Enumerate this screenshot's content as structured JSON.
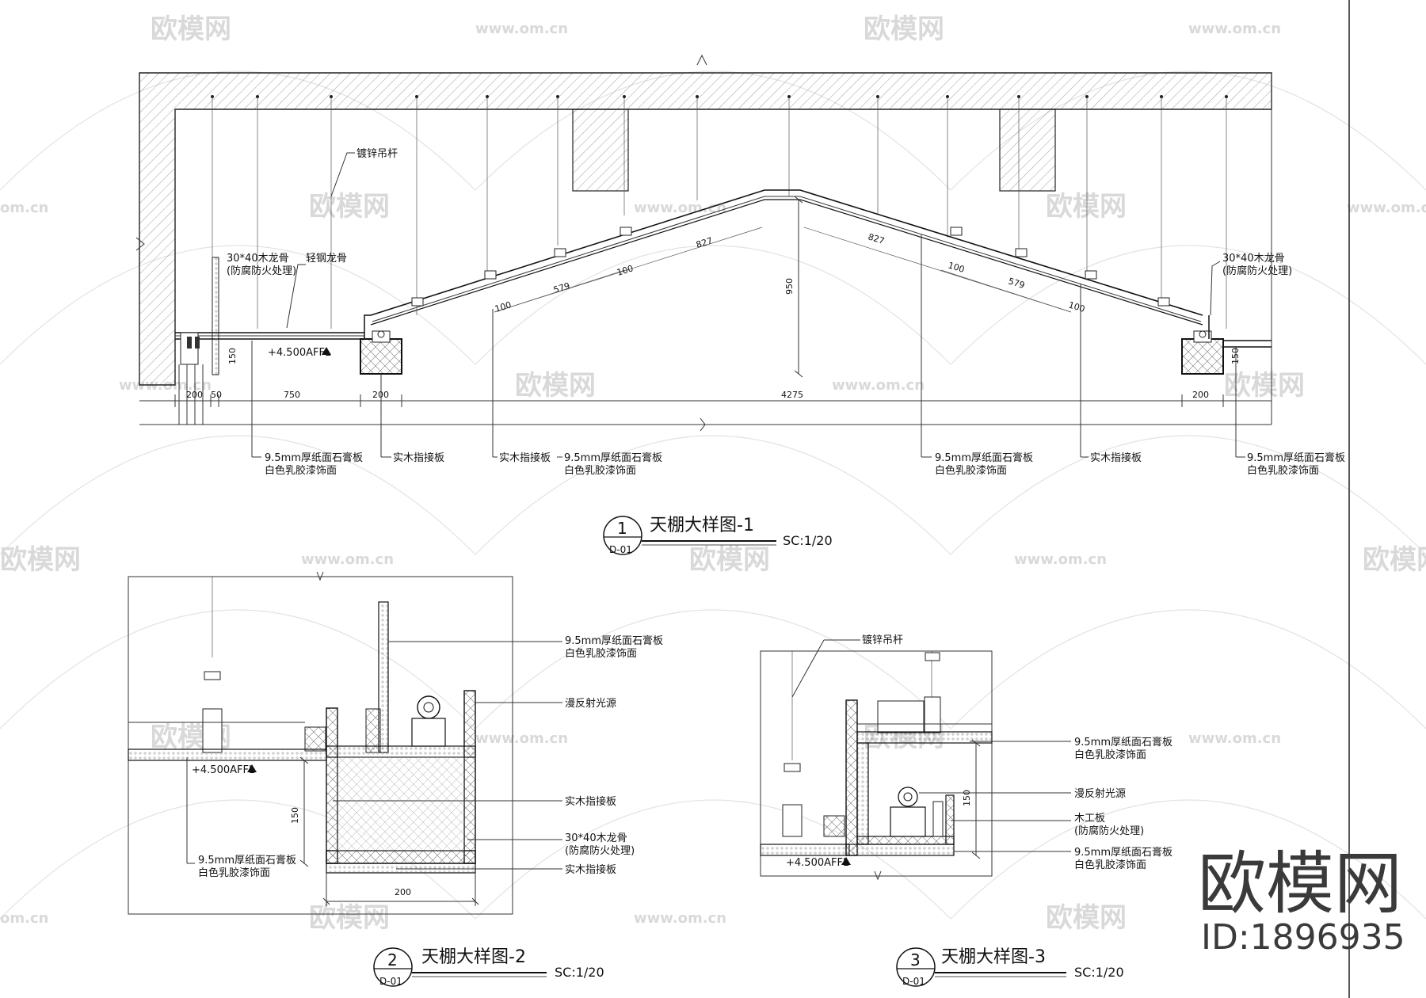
{
  "drawing": {
    "view1": {
      "number": "1",
      "sheet": "D-01",
      "title": "天棚大样图-1",
      "scale": "SC:1/20",
      "labels": {
        "hanger_rod": "镀锌吊杆",
        "wood_keel_left_1": "30*40木龙骨",
        "wood_keel_left_2": "(防腐防火处理)",
        "steel_keel": "轻钢龙骨",
        "wood_keel_right_1": "30*40木龙骨",
        "wood_keel_right_2": "(防腐防火处理)",
        "level": "+4.500AFFL",
        "gypsum_a_1": "9.5mm厚纸面石膏板",
        "gypsum_a_2": "白色乳胶漆饰面",
        "solid_wood_a": "实木指接板",
        "solid_wood_b": "实木指接板",
        "gypsum_b_1": "9.5mm厚纸面石膏板",
        "gypsum_b_2": "白色乳胶漆饰面",
        "gypsum_c_1": "9.5mm厚纸面石膏板",
        "gypsum_c_2": "白色乳胶漆饰面",
        "solid_wood_c": "实木指接板",
        "gypsum_d_1": "9.5mm厚纸面石膏板",
        "gypsum_d_2": "白色乳胶漆饰面"
      },
      "dims": {
        "d200_left": "200",
        "d50": "50",
        "d750": "750",
        "d200_box": "200",
        "d4275": "4275",
        "d200_right": "200",
        "d150_left": "150",
        "d150_right": "150",
        "d950": "950",
        "d827_left": "827",
        "d827_right": "827",
        "d579_left": "579",
        "d579_right": "579",
        "d100_l1": "100",
        "d100_l2": "100",
        "d100_r1": "100",
        "d100_r2": "100"
      }
    },
    "view2": {
      "number": "2",
      "sheet": "D-01",
      "title": "天棚大样图-2",
      "scale": "SC:1/20",
      "labels": {
        "gypsum_top_1": "9.5mm厚纸面石膏板",
        "gypsum_top_2": "白色乳胶漆饰面",
        "light_source": "漫反射光源",
        "solid_wood_1": "实木指接板",
        "wood_keel_1": "30*40木龙骨",
        "wood_keel_2": "(防腐防火处理)",
        "solid_wood_2": "实木指接板",
        "gypsum_bottom_1": "9.5mm厚纸面石膏板",
        "gypsum_bottom_2": "白色乳胶漆饰面",
        "level": "+4.500AFFL"
      },
      "dims": {
        "d150": "150",
        "d200": "200"
      }
    },
    "view3": {
      "number": "3",
      "sheet": "D-01",
      "title": "天棚大样图-3",
      "scale": "SC:1/20",
      "labels": {
        "hanger_rod": "镀锌吊杆",
        "gypsum_top_1": "9.5mm厚纸面石膏板",
        "gypsum_top_2": "白色乳胶漆饰面",
        "light_source": "漫反射光源",
        "wood_board_1": "木工板",
        "wood_board_2": "(防腐防火处理)",
        "gypsum_bottom_1": "9.5mm厚纸面石膏板",
        "gypsum_bottom_2": "白色乳胶漆饰面",
        "level": "+4.500AFFL"
      },
      "dims": {
        "d150": "150"
      }
    },
    "watermark": {
      "brand": "欧模网",
      "site": "www.om.cn",
      "site_short": "om.cn"
    },
    "brand_mark": {
      "name": "欧模网",
      "id": "ID:1896935"
    }
  }
}
